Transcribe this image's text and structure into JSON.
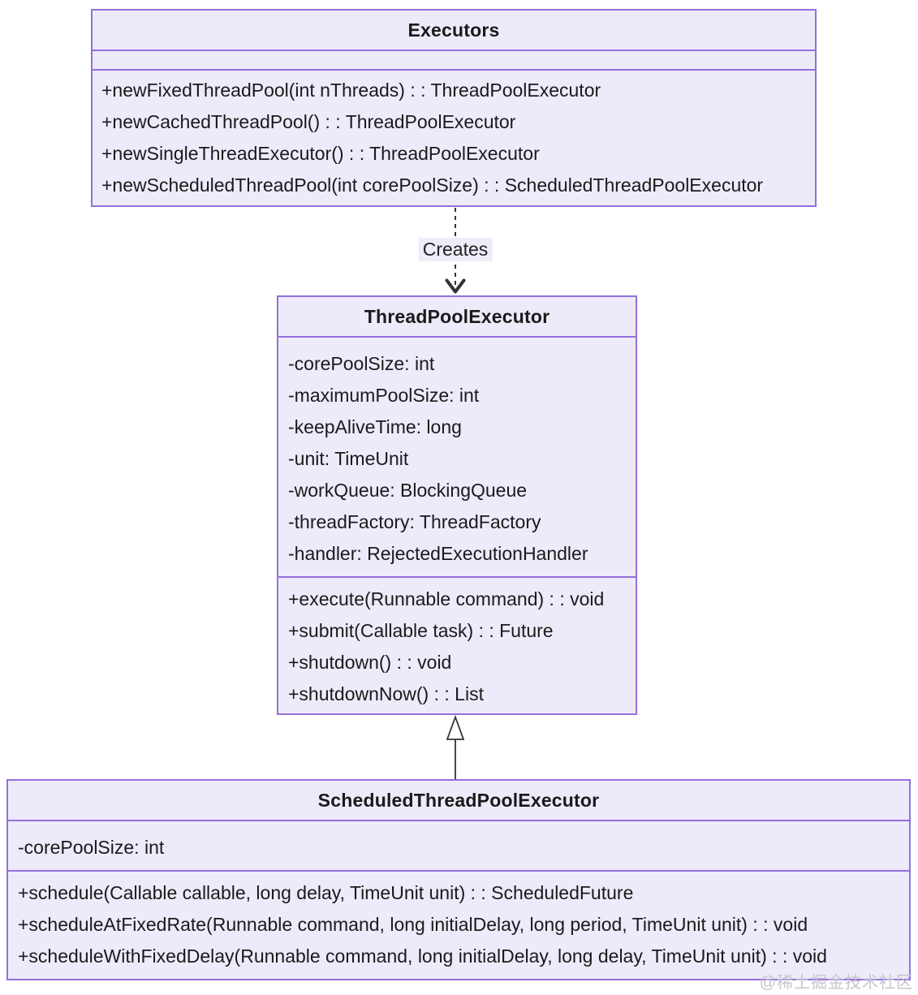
{
  "diagram": {
    "type": "uml-class-diagram",
    "classes": [
      {
        "name": "Executors",
        "attributes": [],
        "methods": [
          "+newFixedThreadPool(int nThreads) : : ThreadPoolExecutor",
          "+newCachedThreadPool() : : ThreadPoolExecutor",
          "+newSingleThreadExecutor() : : ThreadPoolExecutor",
          "+newScheduledThreadPool(int corePoolSize) : : ScheduledThreadPoolExecutor"
        ]
      },
      {
        "name": "ThreadPoolExecutor",
        "attributes": [
          "-corePoolSize: int",
          "-maximumPoolSize: int",
          "-keepAliveTime: long",
          "-unit: TimeUnit",
          "-workQueue: BlockingQueue",
          "-threadFactory: ThreadFactory",
          "-handler: RejectedExecutionHandler"
        ],
        "methods": [
          "+execute(Runnable command) : : void",
          "+submit(Callable task) : : Future",
          "+shutdown() : : void",
          "+shutdownNow() : : List"
        ]
      },
      {
        "name": "ScheduledThreadPoolExecutor",
        "attributes": [
          "-corePoolSize: int"
        ],
        "methods": [
          "+schedule(Callable callable, long delay, TimeUnit unit) : : ScheduledFuture",
          "+scheduleAtFixedRate(Runnable command, long initialDelay, long period, TimeUnit unit) : : void",
          "+scheduleWithFixedDelay(Runnable command, long initialDelay, long delay, TimeUnit unit) : : void"
        ]
      }
    ],
    "edges": [
      {
        "from": "Executors",
        "to": "ThreadPoolExecutor",
        "type": "dependency",
        "style": "dashed",
        "label": "Creates"
      },
      {
        "from": "ScheduledThreadPoolExecutor",
        "to": "ThreadPoolExecutor",
        "type": "inheritance",
        "style": "solid",
        "label": ""
      }
    ],
    "watermark": "@稀土掘金技术社区",
    "colors": {
      "box_fill": "#edebfa",
      "box_border": "#9370db",
      "edge_line": "#343434",
      "text": "#1a1a1a",
      "edge_label_bg": "#eeecf8",
      "watermark_text": "#c6c5cf"
    }
  }
}
